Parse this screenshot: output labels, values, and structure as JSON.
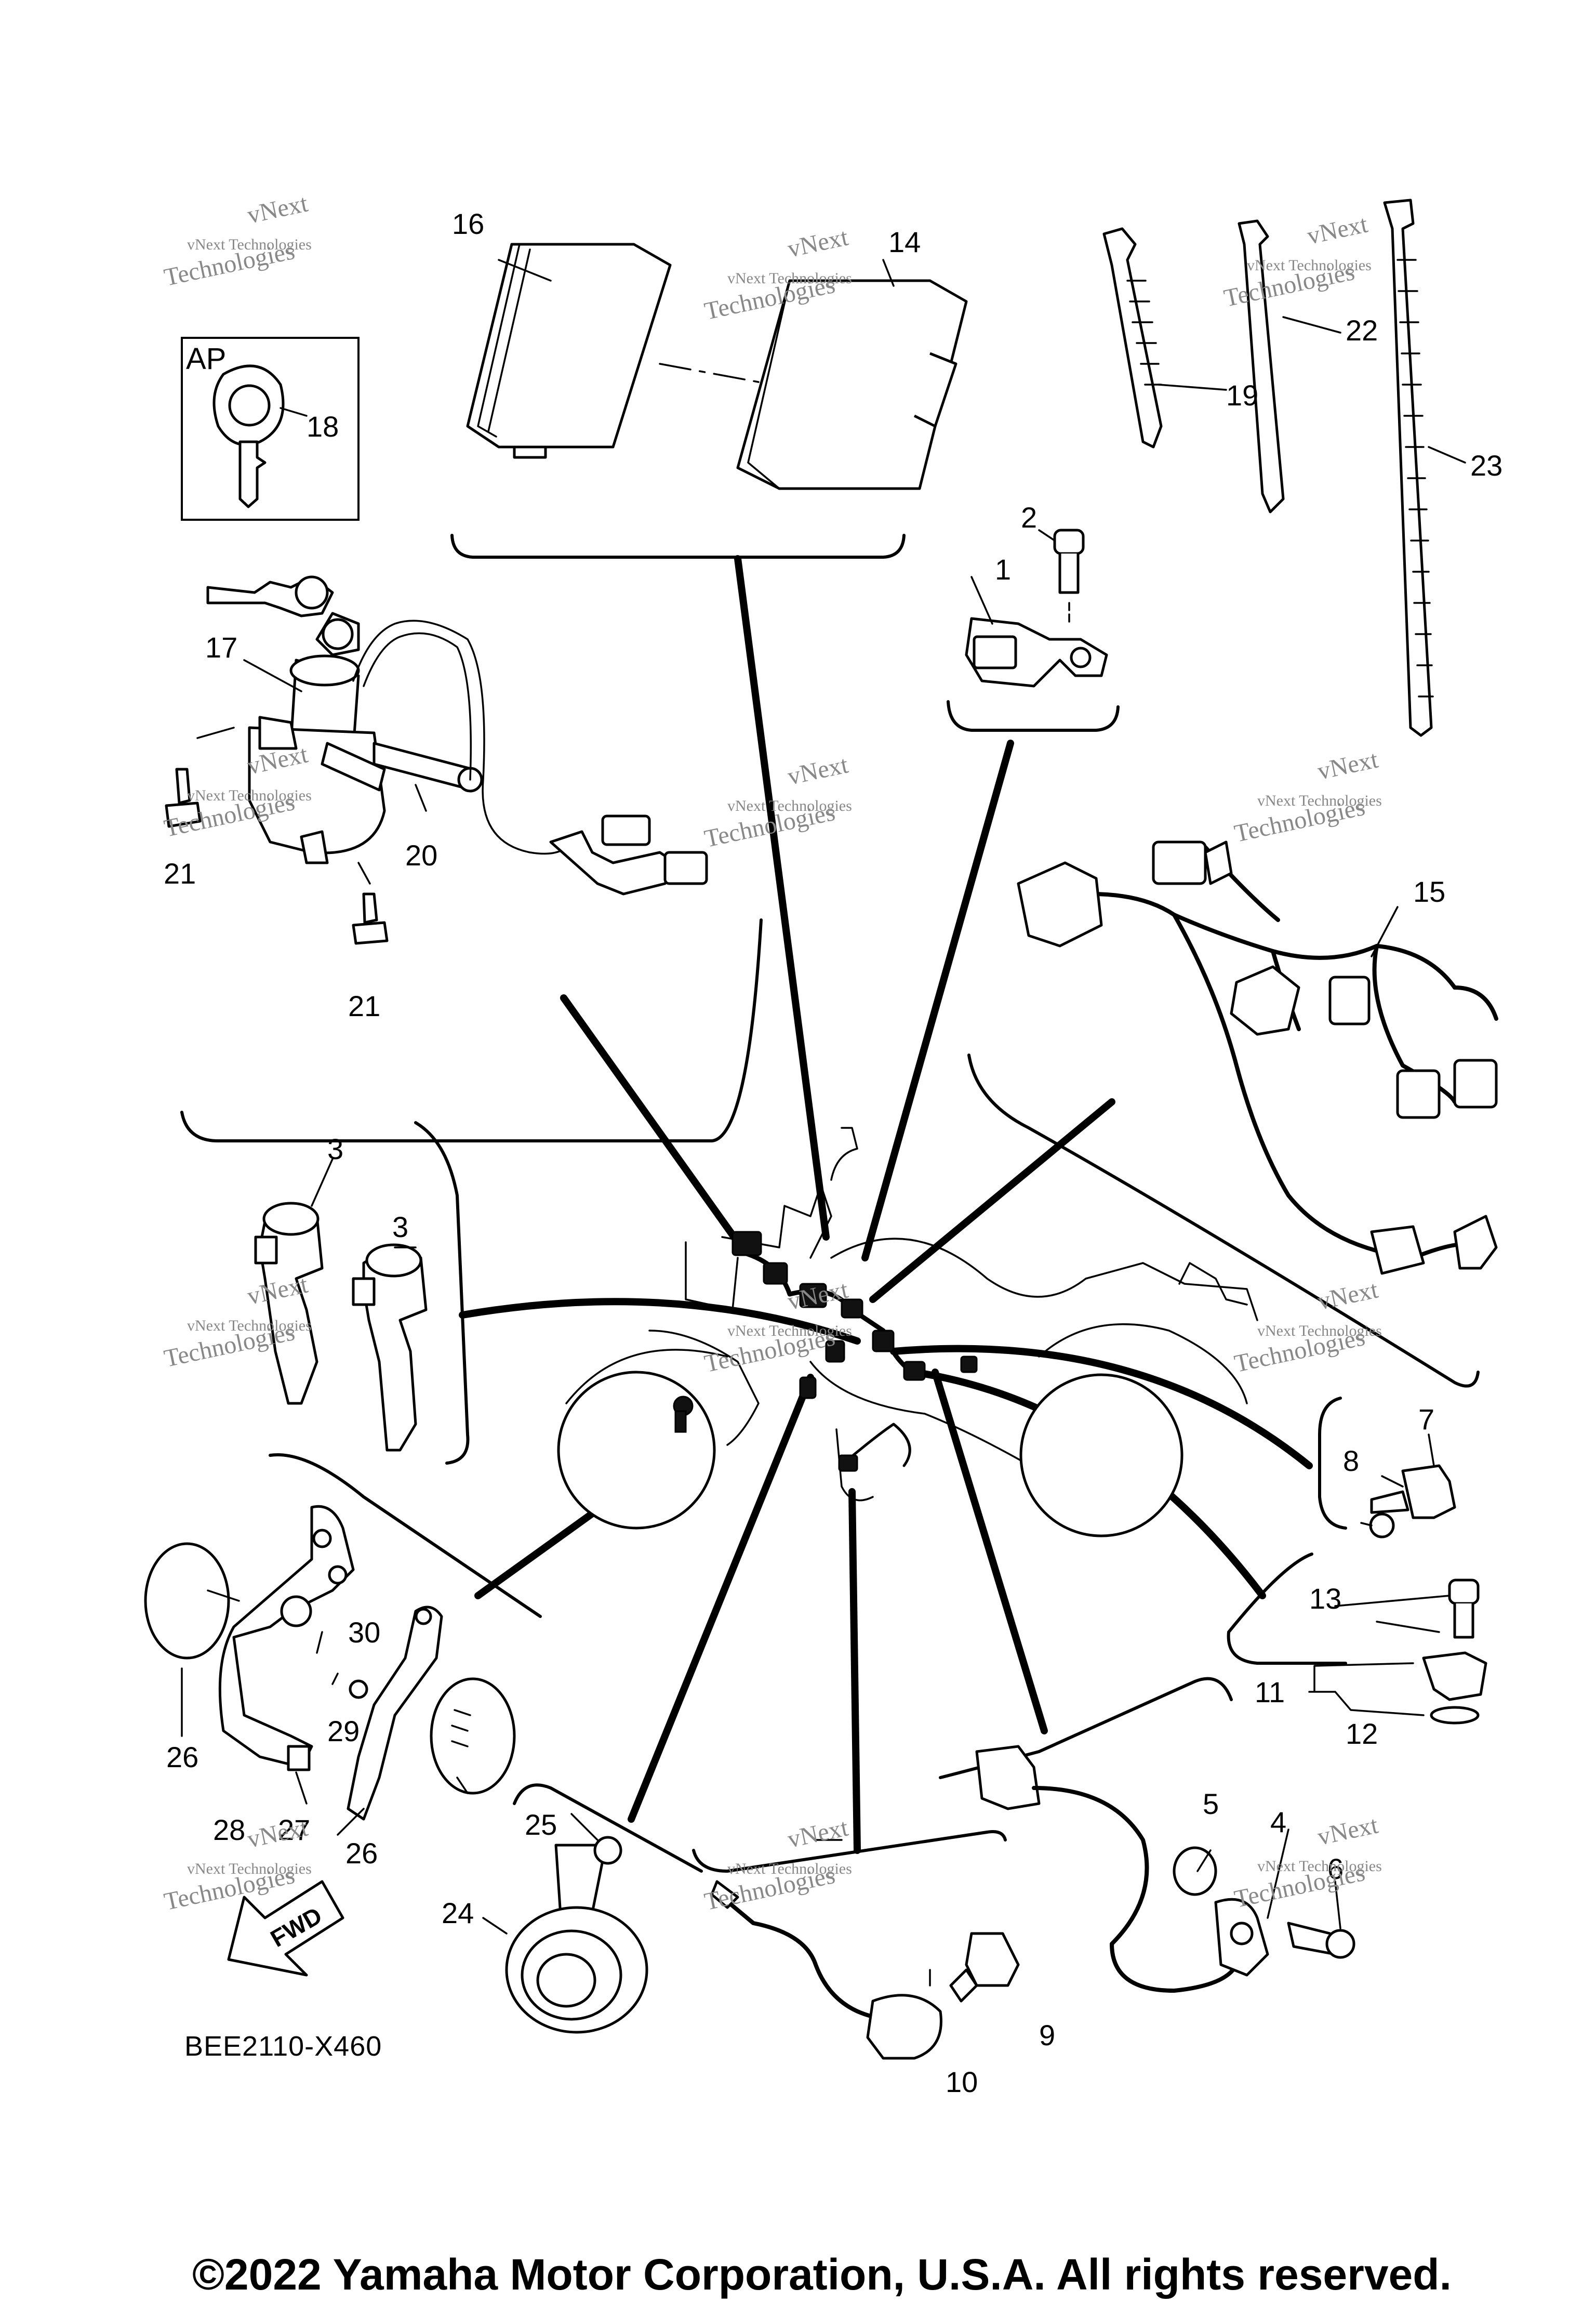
{
  "diagram": {
    "code": "BEE2110-X460",
    "copyright": "©2022 Yamaha Motor Corporation, U.S.A. All rights reserved.",
    "watermark": {
      "line1": "vNext",
      "line2": "vNext Technologies",
      "line3": "Technologies"
    },
    "box_label": "AP",
    "fwd_label": "FWD",
    "callouts": [
      "1",
      "2",
      "3",
      "3",
      "4",
      "5",
      "6",
      "7",
      "8",
      "9",
      "10",
      "11",
      "12",
      "13",
      "14",
      "15",
      "16",
      "17",
      "18",
      "19",
      "20",
      "21",
      "21",
      "22",
      "23",
      "24",
      "25",
      "26",
      "26",
      "27",
      "28",
      "29",
      "30"
    ]
  }
}
